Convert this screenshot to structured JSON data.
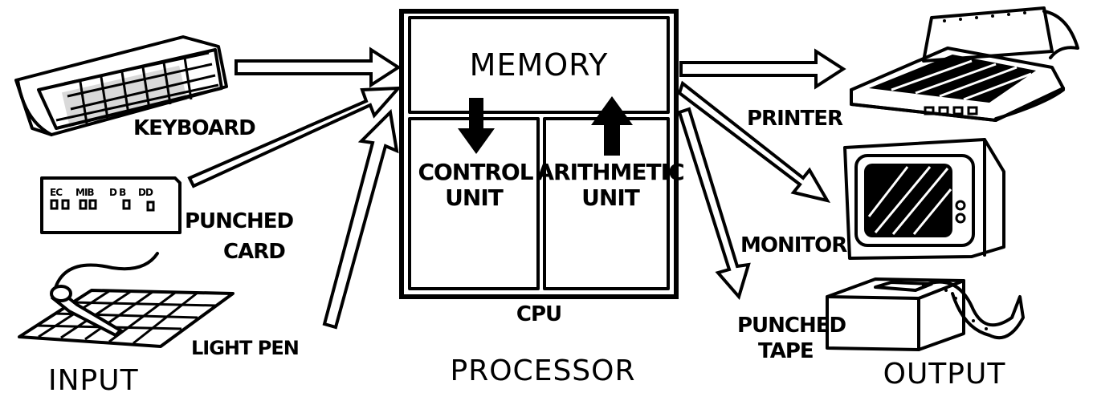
{
  "sections": {
    "input": "INPUT",
    "processor": "PROCESSOR",
    "output": "OUTPUT"
  },
  "cpu": {
    "label": "CPU",
    "memory": "MEMORY",
    "control_unit": [
      "CONTROL",
      "UNIT"
    ],
    "arithmetic_unit": [
      "ARITHMETIC",
      "UNIT"
    ]
  },
  "inputs": {
    "keyboard": "KEYBOARD",
    "punched_card": [
      "PUNCHED",
      "CARD"
    ],
    "light_pen": "LIGHT PEN"
  },
  "outputs": {
    "printer": "PRINTER",
    "monitor": "MONITOR",
    "punched_tape": [
      "PUNCHED",
      "TAPE"
    ]
  },
  "card_codes": [
    "EC",
    "MIB",
    "D B",
    "DD"
  ],
  "icons": [
    "keyboard-icon",
    "punched-card-icon",
    "light-pen-icon",
    "printer-icon",
    "monitor-icon",
    "punched-tape-icon"
  ]
}
